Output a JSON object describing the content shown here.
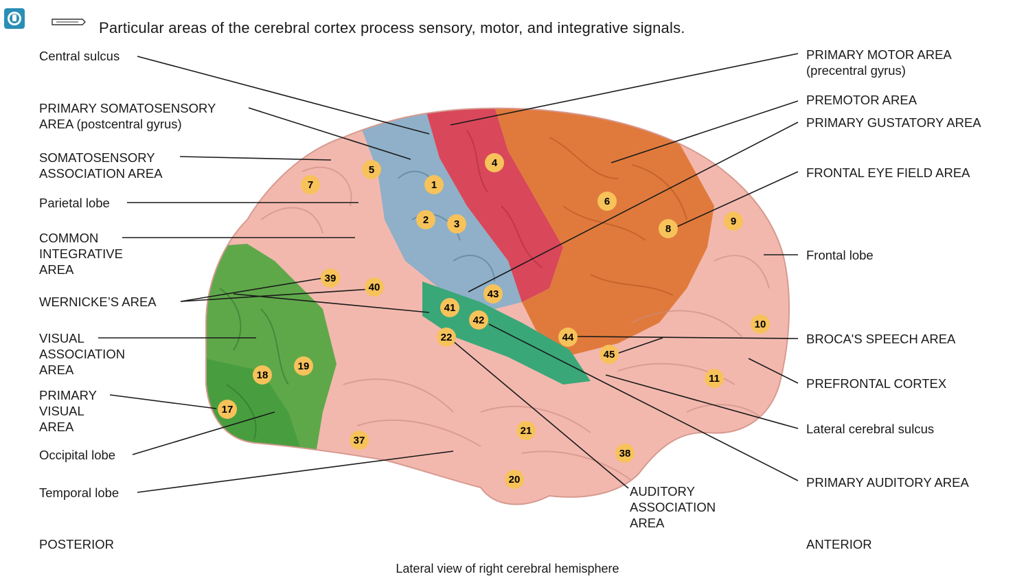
{
  "header": {
    "title": "Particular areas of the cerebral cortex process sensory, motor, and integrative signals."
  },
  "labels_left": {
    "central_sulcus": "Central sulcus",
    "primary_somatosensory_1": "PRIMARY SOMATOSENSORY",
    "primary_somatosensory_2": "AREA (postcentral gyrus)",
    "somatosensory_assoc_1": "SOMATOSENSORY",
    "somatosensory_assoc_2": "ASSOCIATION AREA",
    "parietal_lobe": "Parietal lobe",
    "common_integrative_1": "COMMON",
    "common_integrative_2": "INTEGRATIVE",
    "common_integrative_3": "AREA",
    "wernickes": "WERNICKE’S AREA",
    "visual_assoc_1": "VISUAL",
    "visual_assoc_2": "ASSOCIATION",
    "visual_assoc_3": "AREA",
    "primary_visual_1": "PRIMARY",
    "primary_visual_2": "VISUAL",
    "primary_visual_3": "AREA",
    "occipital_lobe": "Occipital lobe",
    "temporal_lobe": "Temporal lobe",
    "posterior": "POSTERIOR"
  },
  "labels_right": {
    "primary_motor_1": "PRIMARY MOTOR AREA",
    "primary_motor_2": "(precentral gyrus)",
    "premotor": "PREMOTOR AREA",
    "primary_gustatory": "PRIMARY GUSTATORY AREA",
    "frontal_eye_field": "FRONTAL EYE FIELD AREA",
    "frontal_lobe": "Frontal lobe",
    "brocas": "BROCA'S SPEECH AREA",
    "prefrontal": "PREFRONTAL CORTEX",
    "lateral_sulcus": "Lateral cerebral sulcus",
    "primary_auditory": "PRIMARY AUDITORY AREA",
    "anterior": "ANTERIOR"
  },
  "labels_bottom": {
    "auditory_assoc_1": "AUDITORY",
    "auditory_assoc_2": "ASSOCIATION",
    "auditory_assoc_3": "AREA"
  },
  "caption": "Lateral view of right cerebral hemisphere",
  "areas": [
    "1",
    "2",
    "3",
    "4",
    "5",
    "6",
    "7",
    "8",
    "9",
    "10",
    "11",
    "17",
    "18",
    "19",
    "20",
    "21",
    "22",
    "37",
    "38",
    "39",
    "40",
    "41",
    "42",
    "43",
    "44",
    "45"
  ],
  "colors": {
    "somatosensory": "#8fb0c8",
    "motor": "#d9475a",
    "premotor": "#e07a3c",
    "cortex": "#f2b8ae",
    "visual": "#5fa84a",
    "auditory": "#3aa778",
    "marker": "#f7c25a"
  }
}
